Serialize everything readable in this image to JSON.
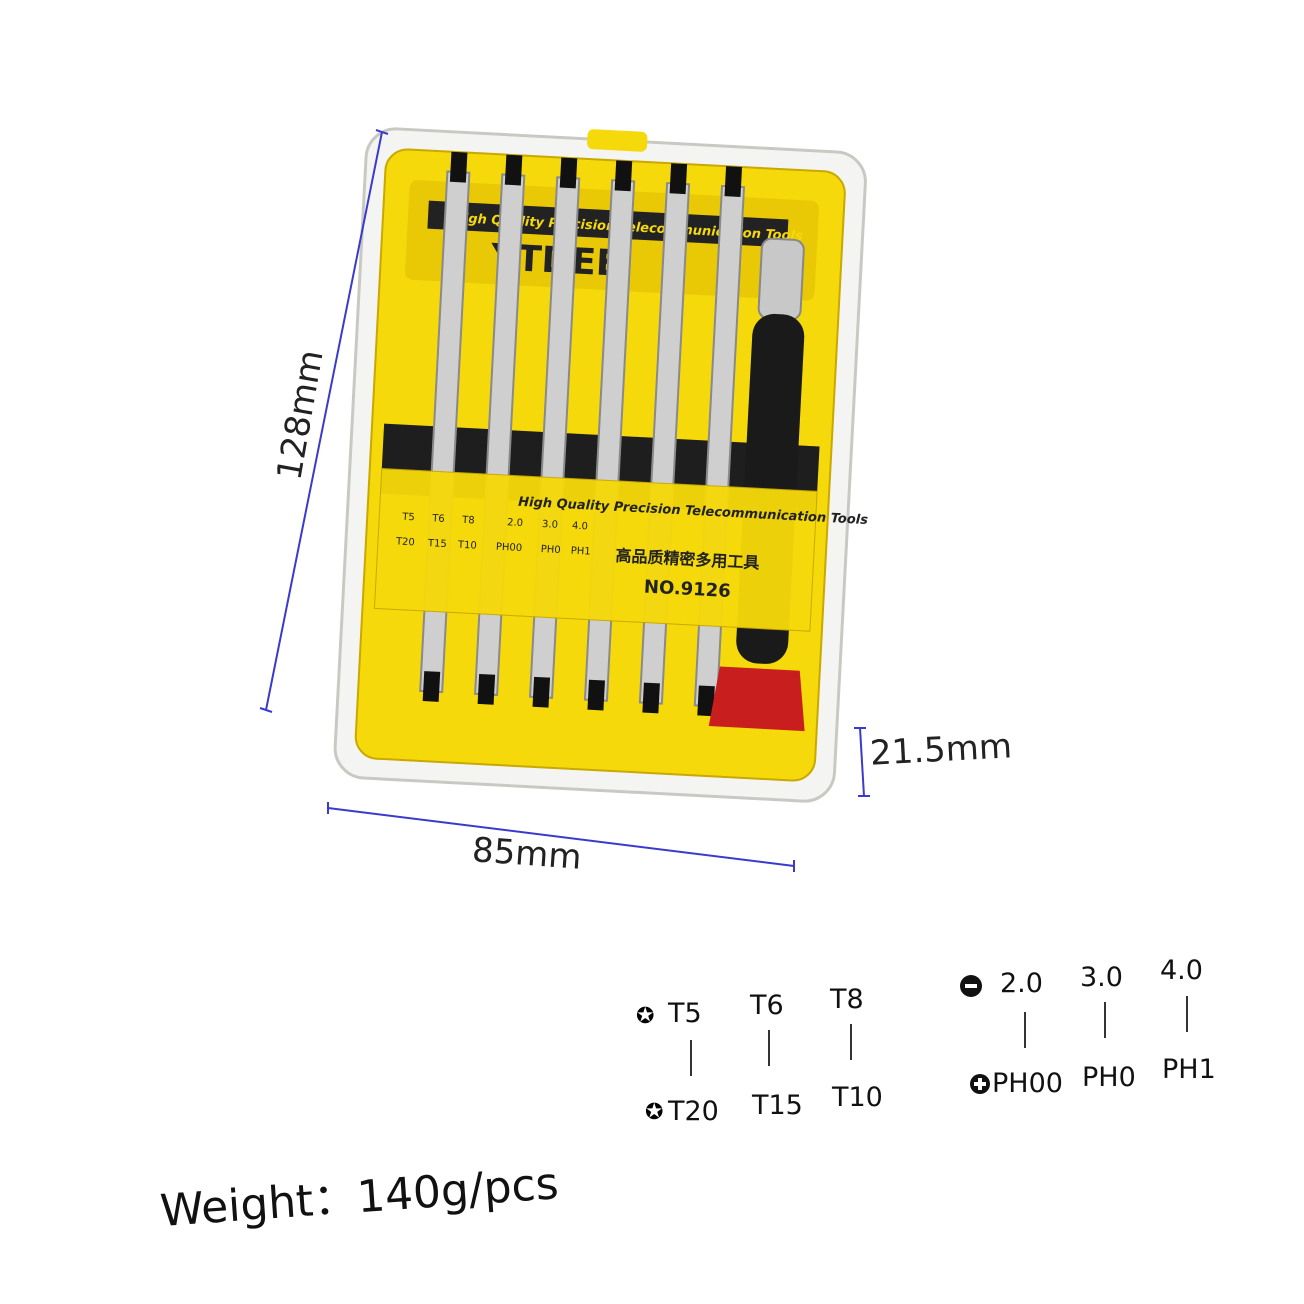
{
  "product": {
    "brand": "YTDEE",
    "label_top": "High Quality Precision Telecommunication Tools",
    "label_main": "High Quality Precision Telecommunication Tools",
    "label_cn": "高品质精密多用工具",
    "model": "NO.9126",
    "label_specs": {
      "row1": [
        "T5",
        "T6",
        "T8",
        "2.0",
        "3.0",
        "4.0"
      ],
      "row2": [
        "T20",
        "T15",
        "T10",
        "PH00",
        "PH0",
        "PH1"
      ]
    }
  },
  "dimensions": {
    "height": "128mm",
    "width": "85mm",
    "depth": "21.5mm"
  },
  "specs": {
    "torx_top": [
      "T5",
      "T6",
      "T8"
    ],
    "torx_bottom": [
      "T20",
      "T15",
      "T10"
    ],
    "slot_top": [
      "2.0",
      "3.0",
      "4.0"
    ],
    "phillips_bottom": [
      "PH00",
      "PH0",
      "PH1"
    ]
  },
  "weight": "Weight：140g/pcs",
  "colors": {
    "case_yellow": "#f5d90a",
    "handle_black": "#1a1a1a",
    "cap_red": "#c81e1e",
    "dimension_line": "#3a3acc"
  }
}
